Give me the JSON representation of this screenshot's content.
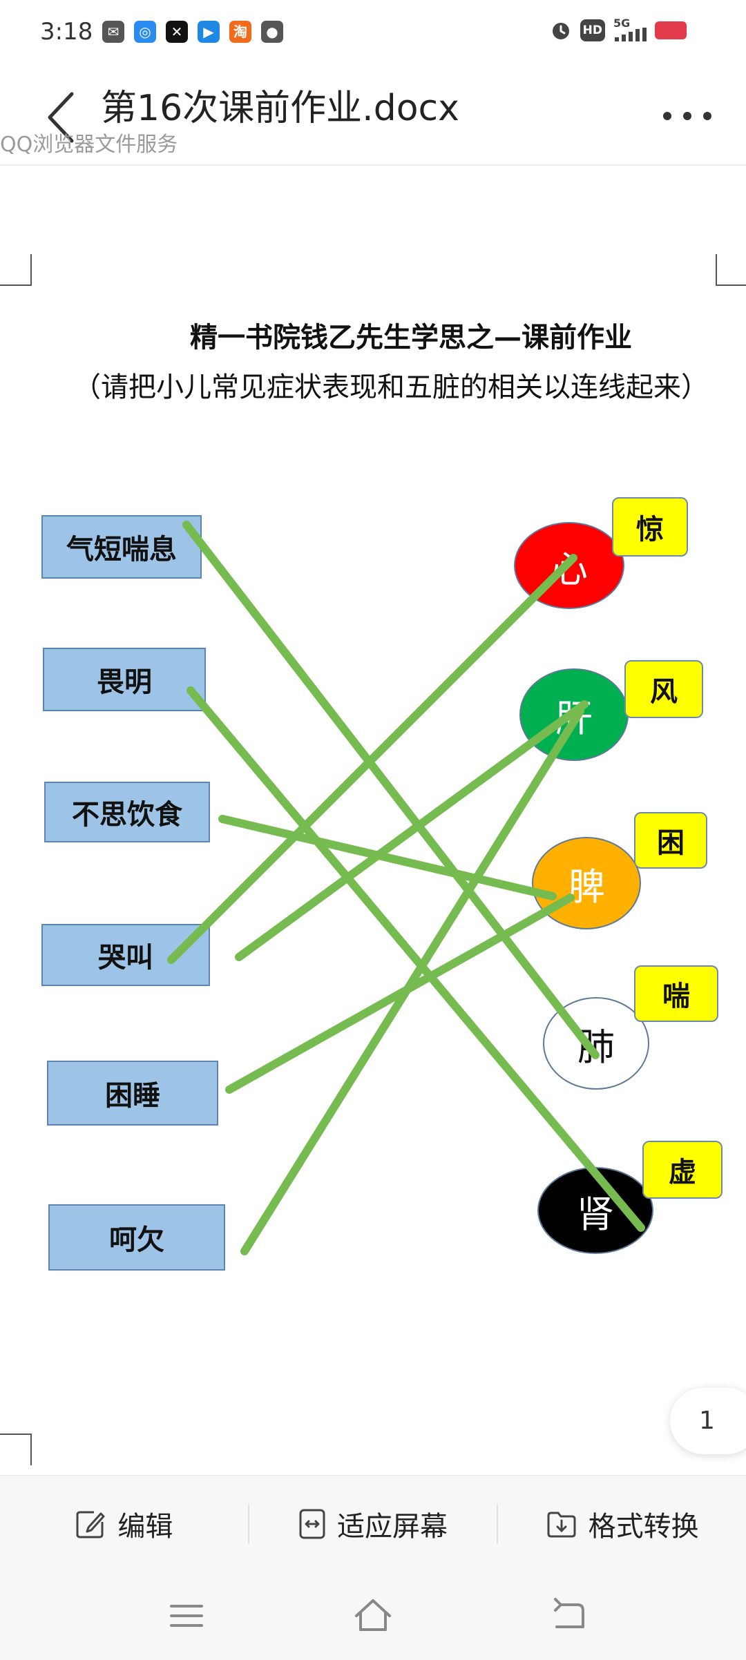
{
  "status_bar": {
    "time": "3:18",
    "apps": [
      {
        "icon": "wechat-icon",
        "color": "#555555",
        "glyph": "✉"
      },
      {
        "icon": "qq-browser-icon",
        "color": "#2a8cf0",
        "glyph": "◎"
      },
      {
        "icon": "capcut-icon",
        "color": "#111111",
        "glyph": "✕"
      },
      {
        "icon": "arrow-app-icon",
        "color": "#1e88e5",
        "glyph": "▶"
      },
      {
        "icon": "taobao-icon",
        "color": "#f26a1b",
        "glyph": "淘"
      },
      {
        "icon": "chat-bubble-icon",
        "color": "#555555",
        "glyph": "●"
      }
    ],
    "right_icons": [
      "alarm-icon",
      "hd-icon",
      "signal-5g-icon",
      "battery-icon"
    ],
    "hd_label": "HD",
    "net_label": "5G"
  },
  "header": {
    "title": "第16次课前作业.docx",
    "subtitle": "QQ浏览器文件服务"
  },
  "document": {
    "heading": "精一书院钱乙先生学思之—课前作业",
    "instruction": "（请把小儿常见症状表现和五脏的相关以连线起来）",
    "symptoms": [
      "气短喘息",
      "畏明",
      "不思饮食",
      "哭叫",
      "困睡",
      "呵欠"
    ],
    "organs": [
      {
        "label": "心",
        "color": "#ff0000",
        "tag": "惊"
      },
      {
        "label": "肝",
        "color": "#00b050",
        "tag": "风"
      },
      {
        "label": "脾",
        "color": "#ffb000",
        "tag": "困"
      },
      {
        "label": "肺",
        "color": "#ffffff",
        "tag": "喘"
      },
      {
        "label": "肾",
        "color": "#000000",
        "tag": "虚"
      }
    ],
    "connections": [
      {
        "symptom": "气短喘息",
        "organ": "肺"
      },
      {
        "symptom": "畏明",
        "organ": "肾"
      },
      {
        "symptom": "不思饮食",
        "organ": "脾"
      },
      {
        "symptom": "哭叫",
        "organ": "心"
      },
      {
        "symptom": "哭叫",
        "organ": "肝"
      },
      {
        "symptom": "困睡",
        "organ": "脾"
      },
      {
        "symptom": "呵欠",
        "organ": "肝"
      }
    ],
    "line_color": "#76bb4f"
  },
  "page_indicator": "1",
  "toolbar": {
    "edit_label": "编辑",
    "fit_label": "适应屏幕",
    "convert_label": "格式转换"
  }
}
